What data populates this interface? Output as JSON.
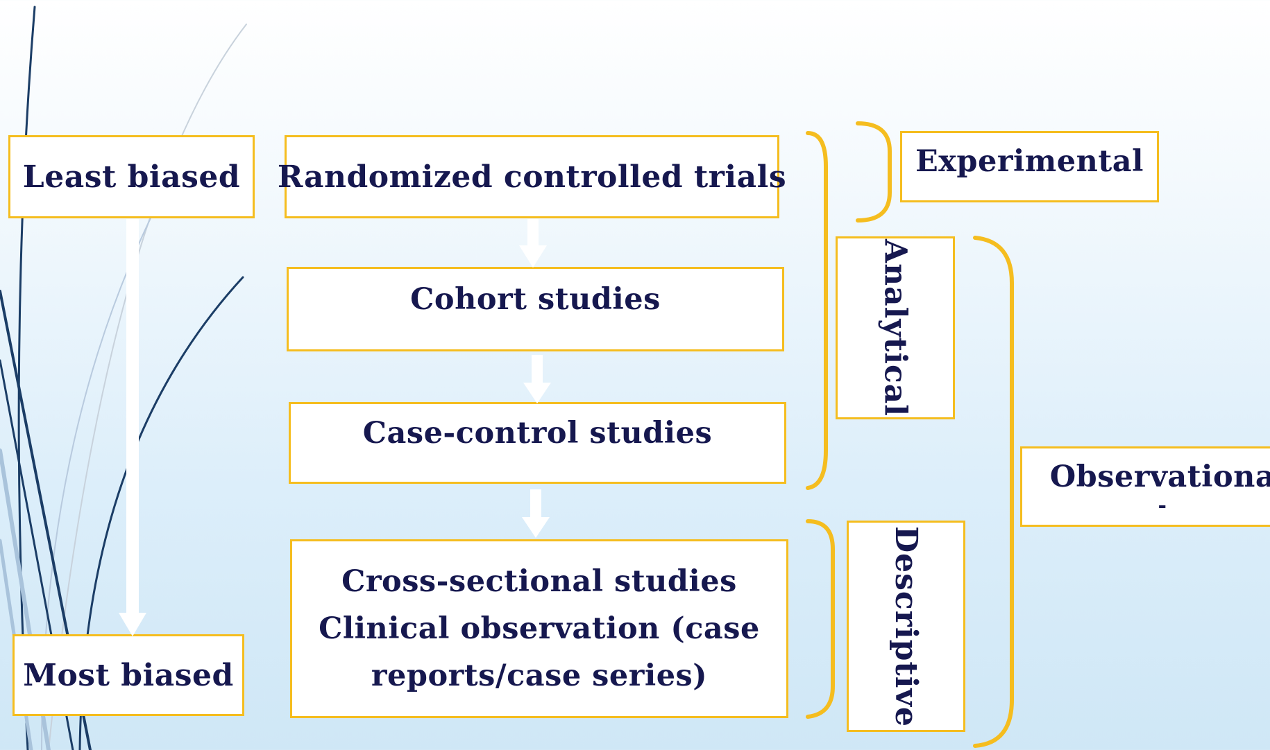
{
  "bias_scale": {
    "top_label": "Least biased",
    "bottom_label": "Most biased"
  },
  "study_designs": [
    {
      "label": "Randomized controlled trials"
    },
    {
      "label": "Cohort studies"
    },
    {
      "label": "Case-control studies"
    },
    {
      "label": "Cross-sectional studies",
      "lines": [
        "Cross-sectional studies",
        "Clinical observation (case",
        "reports/case series)"
      ]
    }
  ],
  "categories": {
    "experimental": "Experimental",
    "analytical": "Analytical",
    "descriptive": "Descriptive",
    "observational_line1": "Observationa",
    "observational_line2": "-"
  },
  "colors": {
    "box_border": "#f5bd1f",
    "bracket": "#f5bd1f",
    "text": "#16184f",
    "arrow": "#ffffff",
    "background": "#dceefa"
  }
}
